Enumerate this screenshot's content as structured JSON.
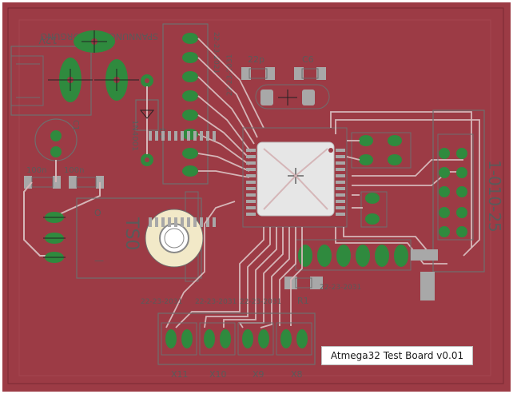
{
  "board_title": "Atmega32 Test Board v0.01",
  "colors": {
    "board": "#9c3b45",
    "board_border": "#7a2a32",
    "copper_trace": "#d5b6b8",
    "pad": "#2f8a3e",
    "smd_pad": "#a8a8a8",
    "silkscreen": "#6e6e6e",
    "background": "#ffffff"
  },
  "labels": {
    "power_conn": "12V",
    "pwr_header": "SPANNUNGSVERSORGUNG",
    "cap_22p": "22p",
    "cap_c6": "C6",
    "cap_100n_a": "100n",
    "cap_100n_b": "100n",
    "diode": "1N4001",
    "diode_ref": "D1",
    "cap_elko": "C1",
    "buzzer": "TS0 TSD",
    "buzzer_ref": "TS0",
    "crystal_ref": "Q1",
    "right_conn": "1-010-25",
    "header_x11": "X11",
    "header_x10": "X10",
    "header_x9": "X9",
    "header_x8": "X8",
    "resistor": "R1",
    "net_row_left": "22-23-2031",
    "net_row_mid": "22-23-2031",
    "net_row_right": "22-23-2031",
    "net_row_bottom_a": "22-23-2031",
    "net_row_bottom_b": "22-23-2031",
    "vertical_top": "22-23-2021",
    "vertical_mid": "22-23-2031"
  },
  "icons": {
    "mcu": "qfp44-chip-icon",
    "crystal": "crystal-icon",
    "buzzer": "buzzer-icon"
  }
}
